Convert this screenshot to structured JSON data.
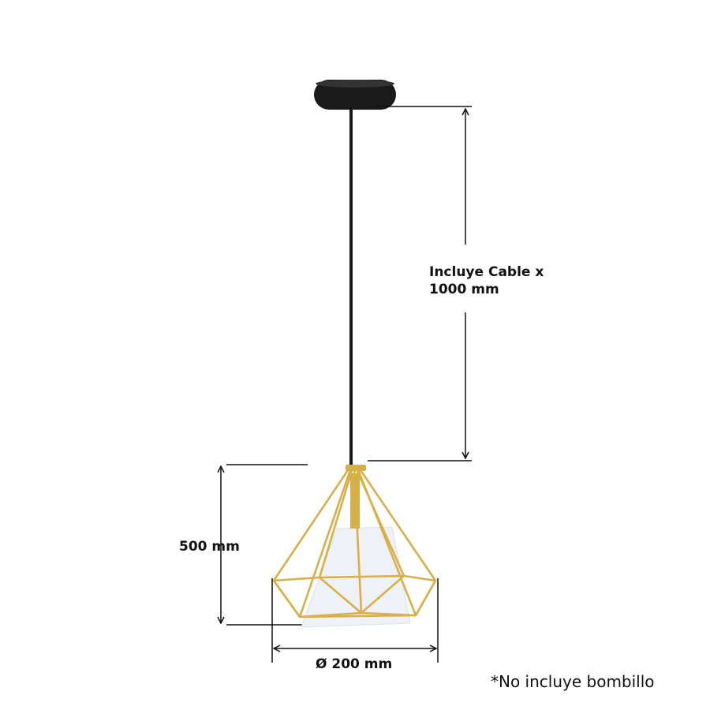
{
  "labels": {
    "cable_line1": "Incluye Cable x",
    "cable_line2": "1000 mm",
    "height": "500 mm",
    "diameter": "Ø 200 mm",
    "note": "*No incluye bombillo"
  },
  "colors": {
    "frame": "#d8b04a",
    "canopy": "#1a1a1a",
    "shade": "#eef1f5",
    "line": "#111111"
  }
}
